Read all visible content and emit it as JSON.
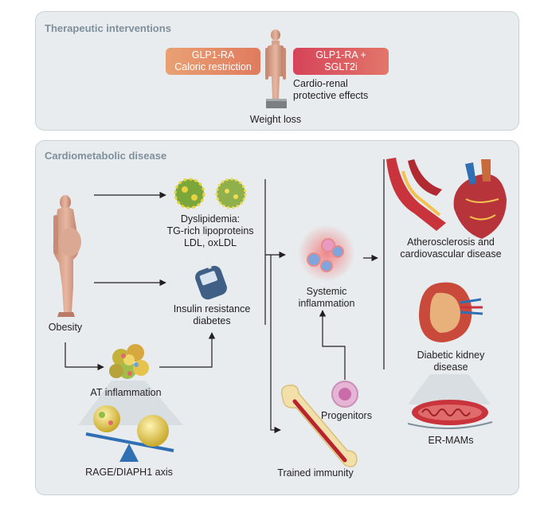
{
  "panels": {
    "therapeutic_title": "Therapeutic interventions",
    "cardiometabolic_title": "Cardiometabolic disease"
  },
  "therapy": {
    "pill1_line1": "GLP1-RA",
    "pill1_line2": "Caloric restriction",
    "pill2_line1": "GLP1-RA +",
    "pill2_line2": "SGLT2i",
    "effects_line1": "Cardio-renal",
    "effects_line2": "protective effects",
    "weight_loss": "Weight loss"
  },
  "nodes": {
    "obesity": "Obesity",
    "dyslipidemia_line1": "Dyslipidemia:",
    "dyslipidemia_line2": "TG-rich lipoproteins",
    "dyslipidemia_line3": "LDL, oxLDL",
    "insulin_line1": "Insulin resistance",
    "insulin_line2": "diabetes",
    "at_inflammation": "AT inflammation",
    "rage": "RAGE/DIAPH1 axis",
    "systemic_line1": "Systemic",
    "systemic_line2": "inflammation",
    "progenitors": "Progenitors",
    "trained_immunity": "Trained immunity",
    "athero_line1": "Atherosclerosis and",
    "athero_line2": "cardiovascular disease",
    "kidney_line1": "Diabetic kidney",
    "kidney_line2": "disease",
    "er_mams": "ER-MAMs"
  },
  "colors": {
    "panel_bg": "#e8ecee",
    "title_grey": "#7f909c",
    "pill1": "#e9916a",
    "pill2": "#d9475d",
    "seesaw": "#2f6fb4"
  }
}
